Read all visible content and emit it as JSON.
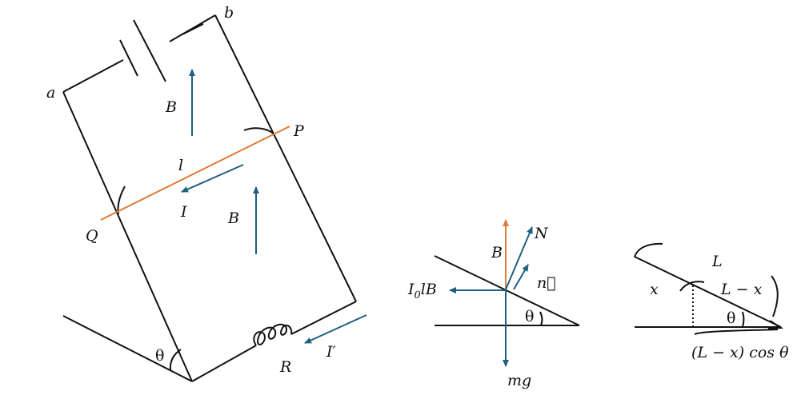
{
  "colors": {
    "wire": "#111111",
    "field_arrow": "#1f5f80",
    "rod": "#e07b39",
    "dotted": "#111111"
  },
  "labels": {
    "a": "a",
    "b": "b",
    "B_top": "B",
    "P": "P",
    "l": "l",
    "I": "I",
    "B_mid": "B",
    "Q": "Q",
    "theta_left": "θ",
    "R": "R",
    "I_prime": "I′",
    "B_force": "B",
    "N": "N",
    "n_vec": "n⃗",
    "I0lB_I": "I",
    "I0lB_sub": "0",
    "I0lB_rest": "lB",
    "theta_mid": "θ",
    "mg": "mg",
    "L": "L",
    "x": "x",
    "L_minus_x": "L − x",
    "theta_right": "θ",
    "projection": "(L − x) cos θ"
  }
}
